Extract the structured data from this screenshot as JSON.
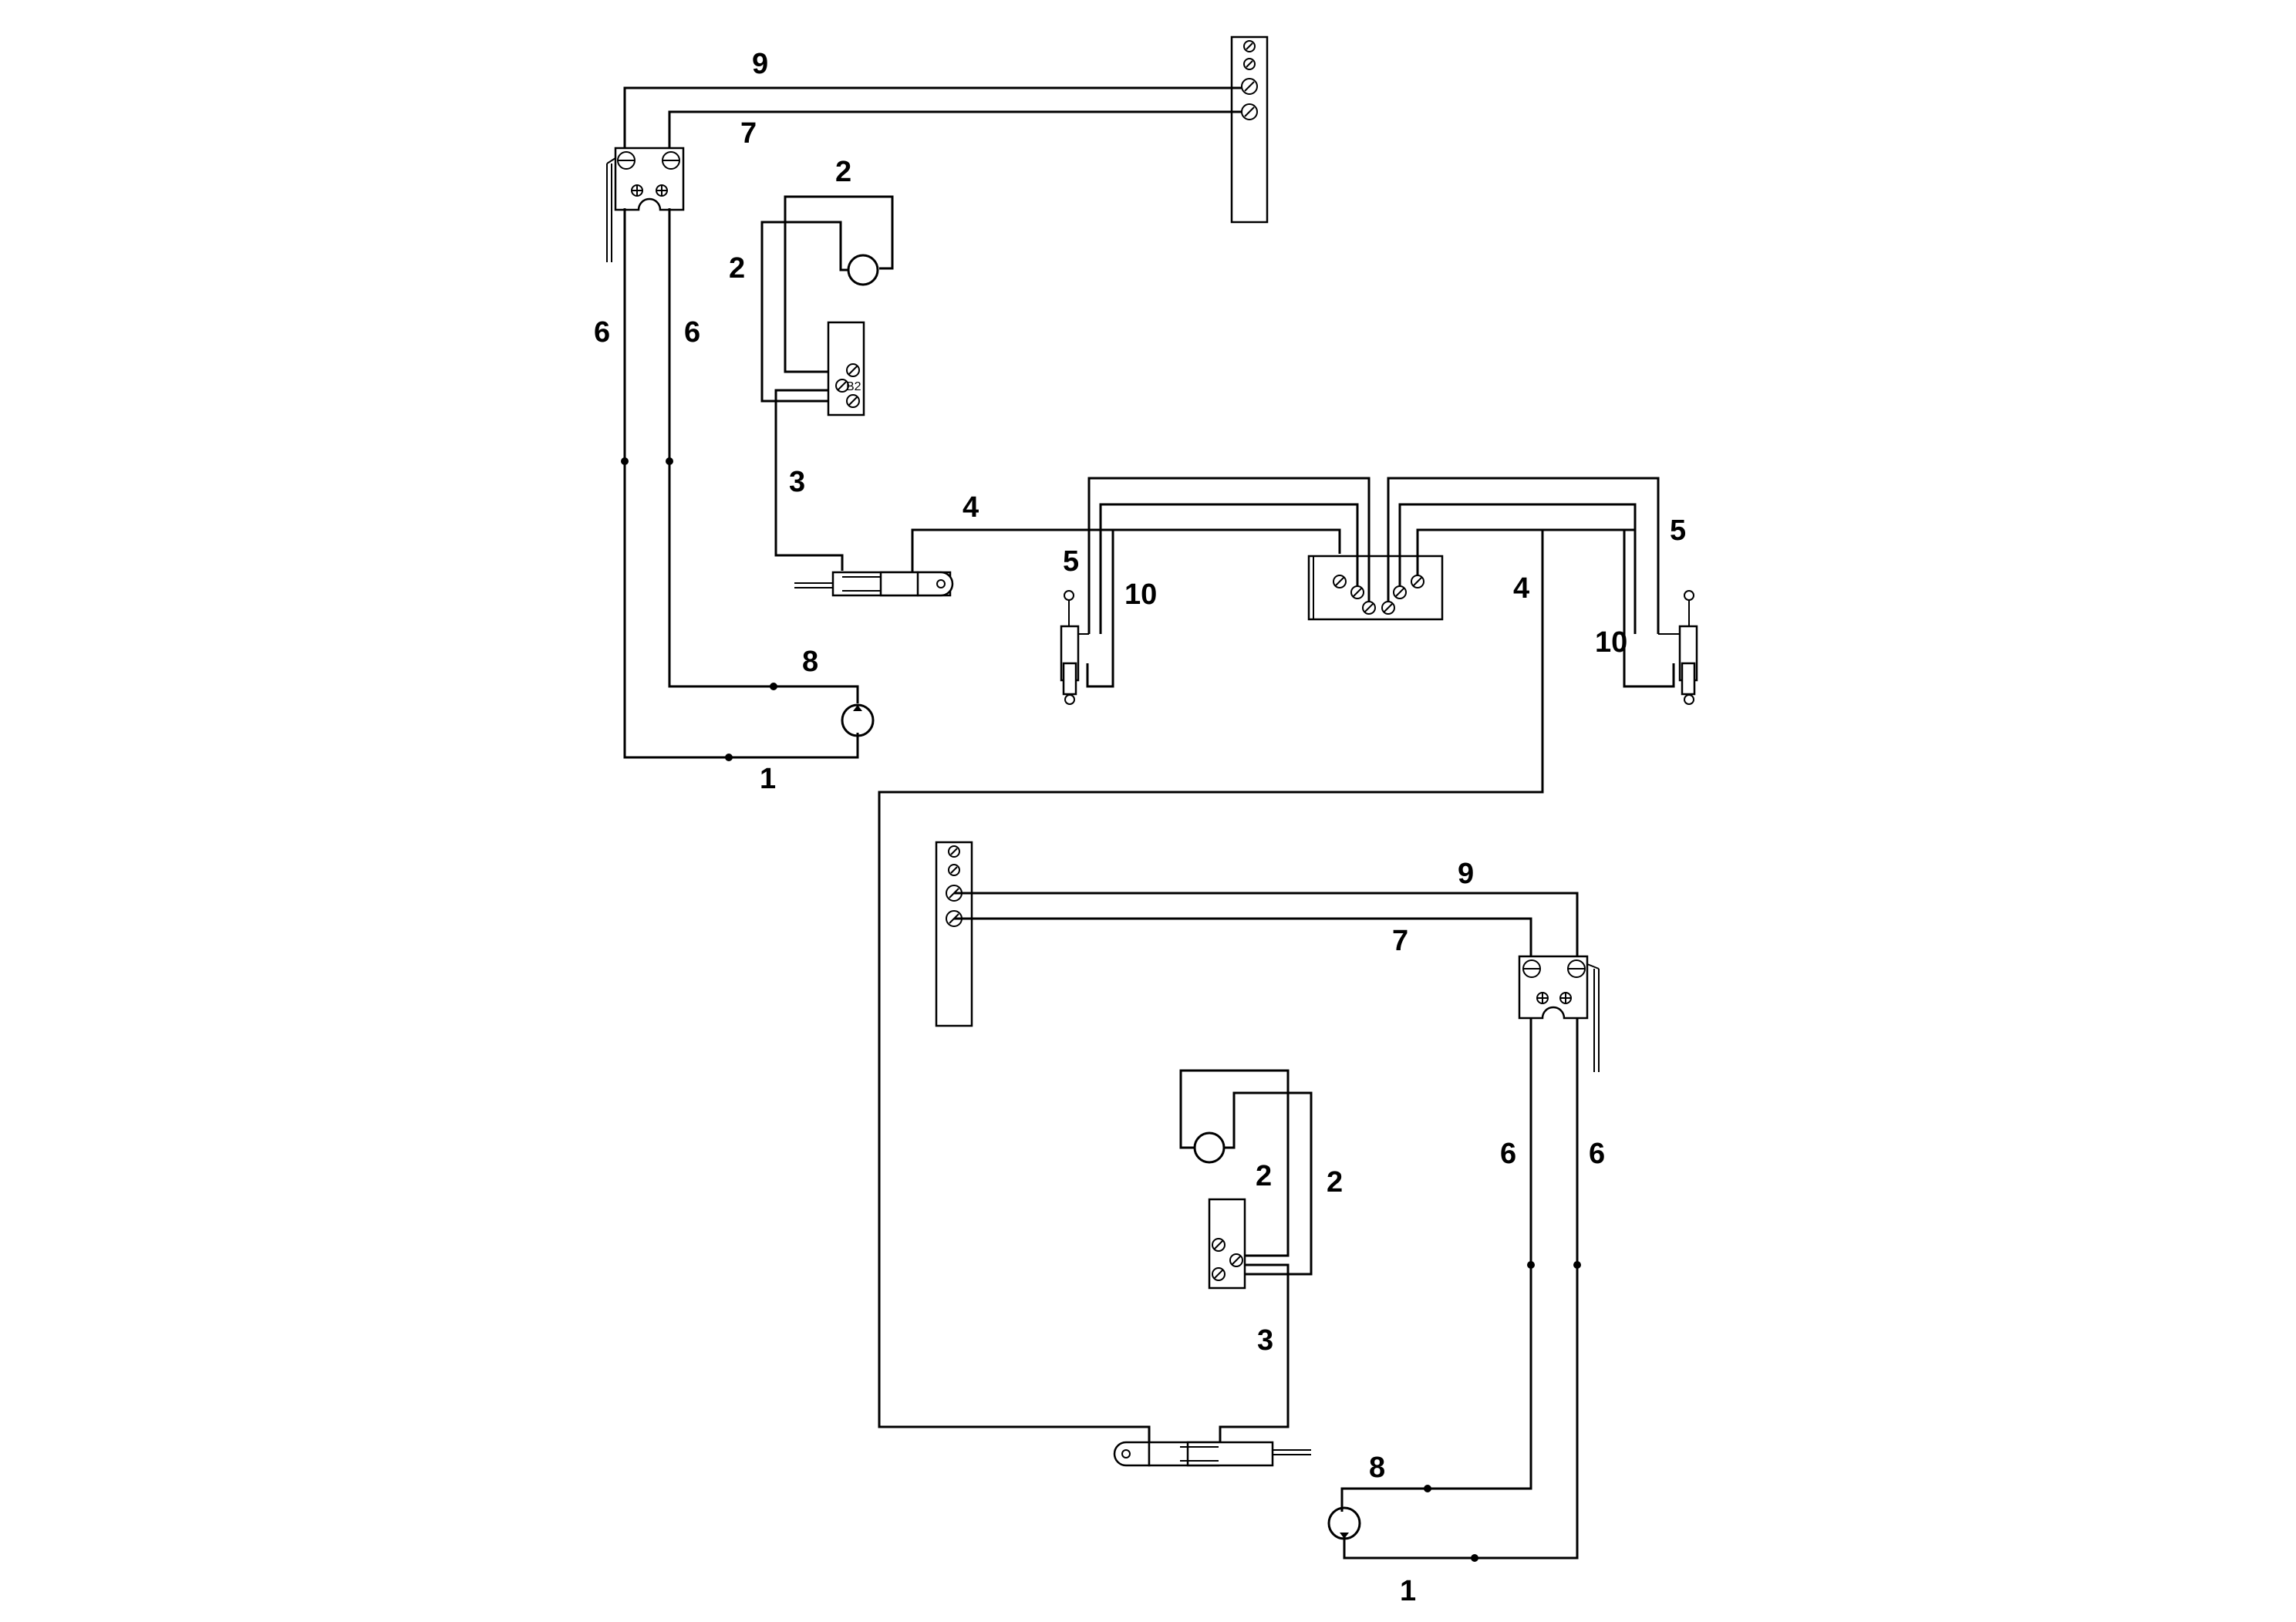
{
  "diagram": {
    "labels": {
      "l9a": "9",
      "l7a": "7",
      "l2a": "2",
      "l2b": "2",
      "l6a": "6",
      "l6b": "6",
      "l3a": "3",
      "l4a": "4",
      "l5a": "5",
      "l10a": "10",
      "l8a": "8",
      "l1a": "1",
      "l4b": "4",
      "l5b": "5",
      "l10b": "10",
      "l9b": "9",
      "l7b": "7",
      "l2c": "2",
      "l2d": "2",
      "l6c": "6",
      "l6d": "6",
      "l3b": "3",
      "l8b": "8",
      "l1b": "1"
    },
    "component_text": {
      "b2": "B2"
    }
  }
}
